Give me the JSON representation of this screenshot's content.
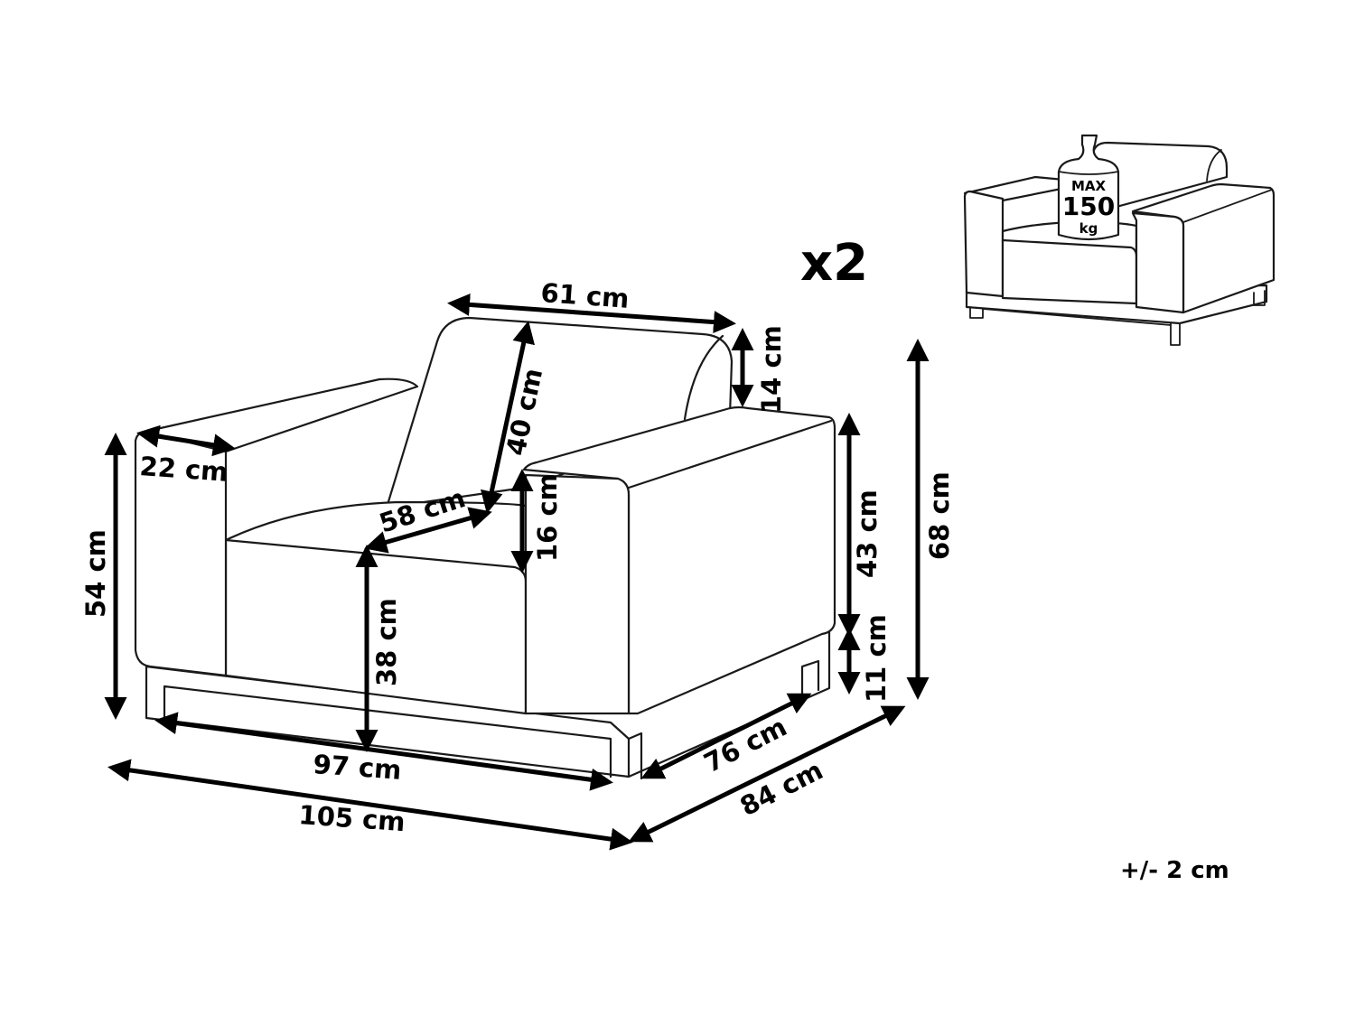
{
  "diagram": {
    "quantity": "x2",
    "tolerance": "+/- 2 cm",
    "weight_icon": {
      "name": "weight-icon",
      "max": "MAX",
      "value": "150",
      "unit": "kg"
    },
    "dimensions": {
      "back_width": "61 cm",
      "back_top": "14 cm",
      "back_height": "40 cm",
      "arm_width": "22 cm",
      "seat_depth": "58 cm",
      "cushion_height": "16 cm",
      "total_height_side": "54 cm",
      "arm_height": "43 cm",
      "total_height": "68 cm",
      "seat_height": "38 cm",
      "leg_height": "11 cm",
      "frame_width": "97 cm",
      "total_width": "105 cm",
      "frame_depth": "76 cm",
      "total_depth": "84 cm"
    }
  }
}
